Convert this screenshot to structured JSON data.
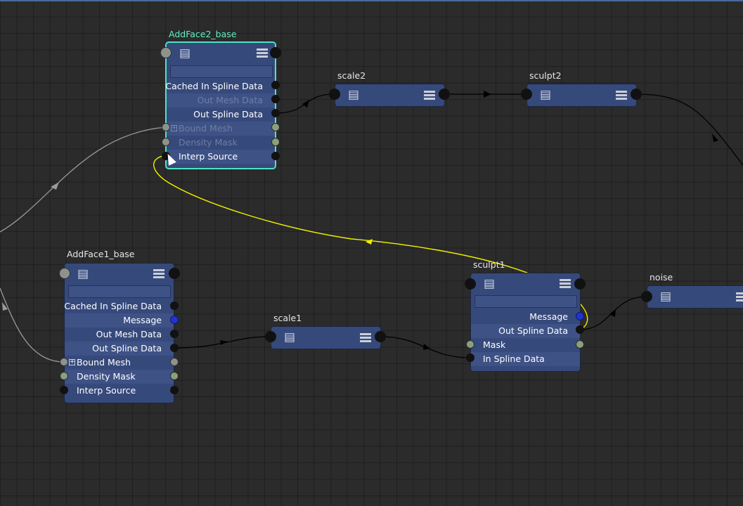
{
  "nodes": {
    "addface2": {
      "title": "AddFace2_base",
      "rows": [
        "Cached In Spline Data",
        "Out Mesh Data",
        "Out Spline Data",
        "Bound Mesh",
        "Density Mask",
        "Interp Source"
      ]
    },
    "addface1": {
      "title": "AddFace1_base",
      "rows": [
        "Cached In Spline Data",
        "Message",
        "Out Mesh Data",
        "Out Spline Data",
        "Bound Mesh",
        "Density Mask",
        "Interp Source"
      ]
    },
    "scale2": {
      "title": "scale2"
    },
    "sculpt2": {
      "title": "sculpt2"
    },
    "scale1": {
      "title": "scale1"
    },
    "sculpt1": {
      "title": "sculpt1",
      "rows": [
        "Message",
        "Out Spline Data",
        "Mask",
        "In Spline Data"
      ]
    },
    "noise": {
      "title": "noise"
    }
  },
  "icons": {
    "node_icon": "node-type-icon",
    "menu_icon": "attribute-menu-icon",
    "expand_icon": "plus-expand-icon",
    "cursor": "mouse-pointer-icon"
  },
  "colors": {
    "background": "#2b2b2b",
    "node_fill": "#36497b",
    "selected_border": "#4fe3c4",
    "selected_title": "#5ef0c8",
    "active_wire": "#f0f000",
    "wire": "#000000",
    "in_wire": "#9a9a98"
  }
}
